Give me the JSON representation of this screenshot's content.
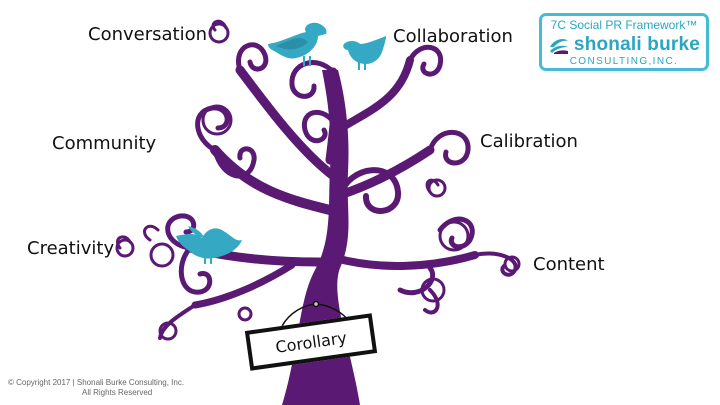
{
  "diagram": {
    "branches": [
      "Conversation",
      "Collaboration",
      "Community",
      "Calibration",
      "Creativity",
      "Content"
    ],
    "sign_label": "Corollary"
  },
  "logo": {
    "framework": "7C Social PR Framework™",
    "brand": "shonali burke",
    "subbrand": "CONSULTING,INC."
  },
  "copyright": {
    "line1": "© Copyright 2017 | Shonali Burke Consulting, Inc.",
    "line2": "All Rights Reserved"
  },
  "colors": {
    "tree": "#5a1973",
    "bird": "#35a9c4",
    "accent": "#45bcd3"
  }
}
